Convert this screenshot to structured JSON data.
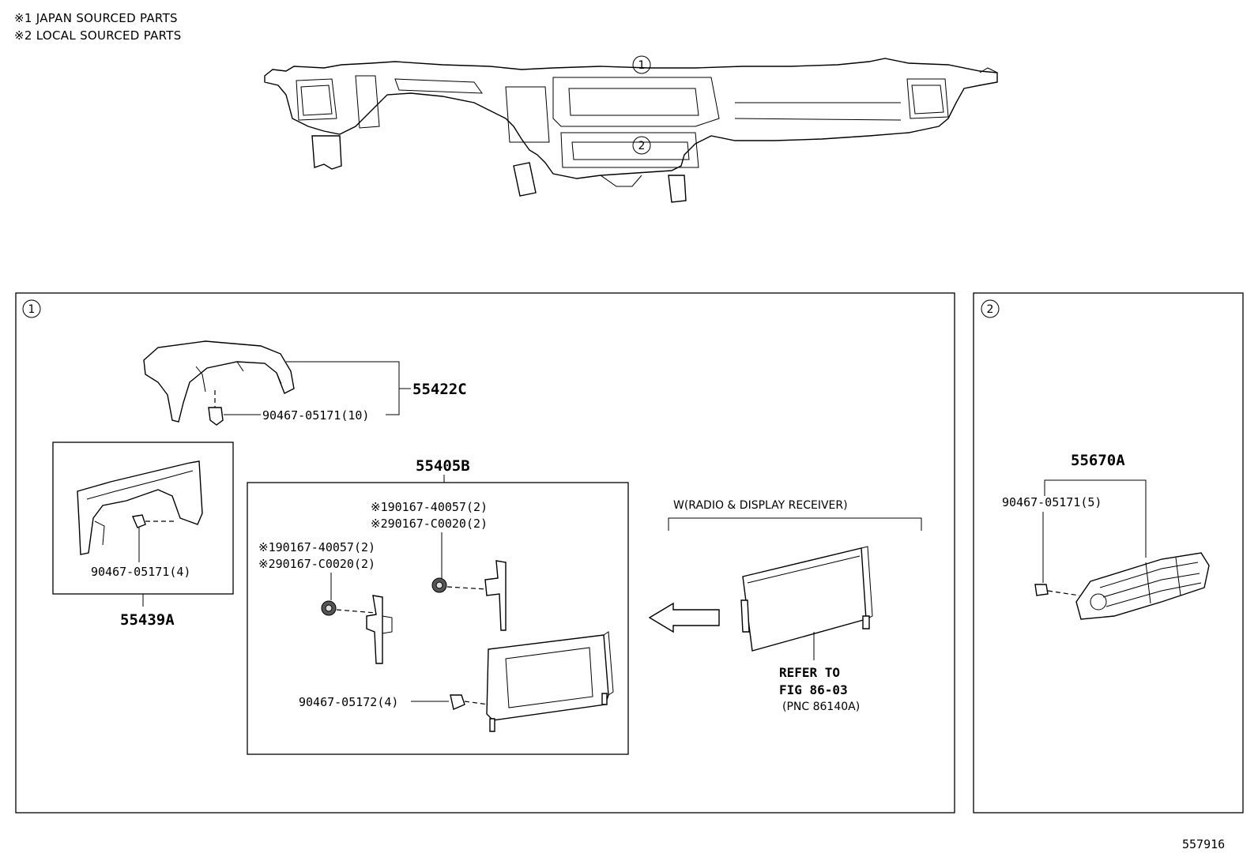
{
  "notes": [
    "※1 JAPAN SOURCED PARTS",
    "※2 LOCAL SOURCED PARTS"
  ],
  "callouts": {
    "one": "1",
    "two": "2"
  },
  "section1": {
    "badge": "1",
    "p55422C": "55422C",
    "clip_55422C": "90467-05171(10)",
    "p55439A": "55439A",
    "clip_55439A": "90467-05171(4)",
    "p55405B": "55405B",
    "screw_right_1": "※190167-40057(2)",
    "screw_right_2": "※290167-C0020(2)",
    "screw_left_1": "※190167-40057(2)",
    "screw_left_2": "※290167-C0020(2)",
    "clip_55405B": "90467-05172(4)",
    "receiver_label": "W(RADIO & DISPLAY RECEIVER)",
    "refer_1": "REFER TO",
    "refer_2": "FIG 86-03",
    "refer_3": "(PNC 86140A)"
  },
  "section2": {
    "badge": "2",
    "p55670A": "55670A",
    "clip_55670A": "90467-05171(5)"
  },
  "diagram_id": "557916"
}
